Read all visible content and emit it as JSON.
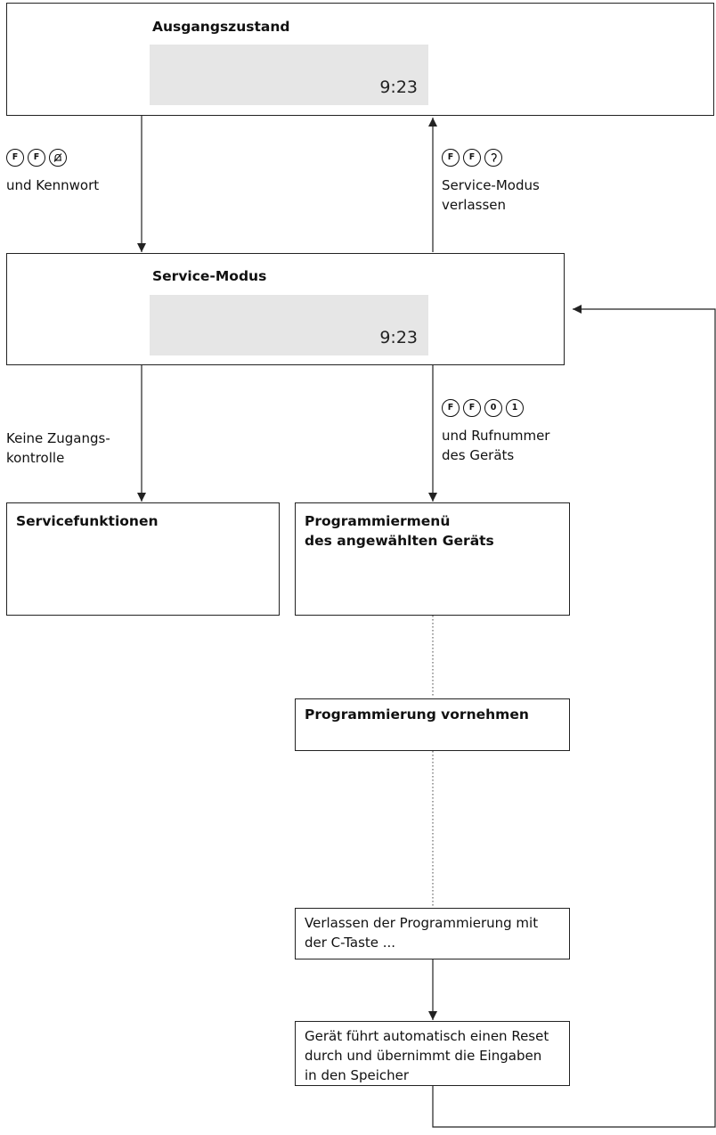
{
  "boxes": {
    "initial": {
      "title": "Ausgangszustand",
      "display_time": "9:23"
    },
    "service_mode": {
      "title": "Service-Modus",
      "display_time": "9:23"
    },
    "service_functions": {
      "title": "Servicefunktionen"
    },
    "program_menu": {
      "title_line1": "Programmiermenü",
      "title_line2": "des angewählten Geräts"
    },
    "do_programming": {
      "title": "Programmierung vornehmen"
    },
    "exit_programming": {
      "line1": "Verlassen der Programmierung mit",
      "line2": "der C-Taste ..."
    },
    "reset": {
      "line1": "Gerät führt automatisch einen Reset",
      "line2": "durch und übernimmt die Eingaben",
      "line3": "in den Speicher"
    }
  },
  "transitions": {
    "enter_service": {
      "keys": [
        "F",
        "F",
        "bell-off-icon"
      ],
      "text": "und Kennwort"
    },
    "leave_service": {
      "keys": [
        "F",
        "F",
        "handset-icon"
      ],
      "line1": "Service-Modus",
      "line2": "verlassen"
    },
    "no_access_control": {
      "line1": "Keine Zugangs-",
      "line2": "kontrolle"
    },
    "select_device": {
      "keys": [
        "F",
        "F",
        "0",
        "1"
      ],
      "line1": "und Rufnummer",
      "line2": "des Geräts"
    }
  },
  "colors": {
    "line": "#222222",
    "display_bg": "#e6e6e6"
  }
}
